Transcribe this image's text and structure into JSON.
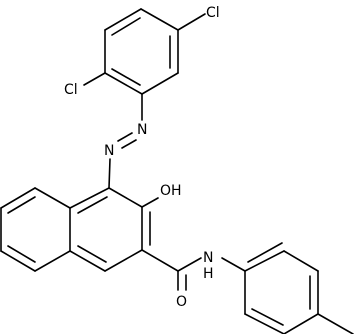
{
  "structure": {
    "atom_labels": {
      "chlorine_top": "Cl",
      "chlorine_left": "Cl",
      "azo_n_upper": "N",
      "azo_n_lower": "N",
      "hydroxyl": "OH",
      "amide_nh": "N\nH",
      "carbonyl_o": "O"
    }
  }
}
